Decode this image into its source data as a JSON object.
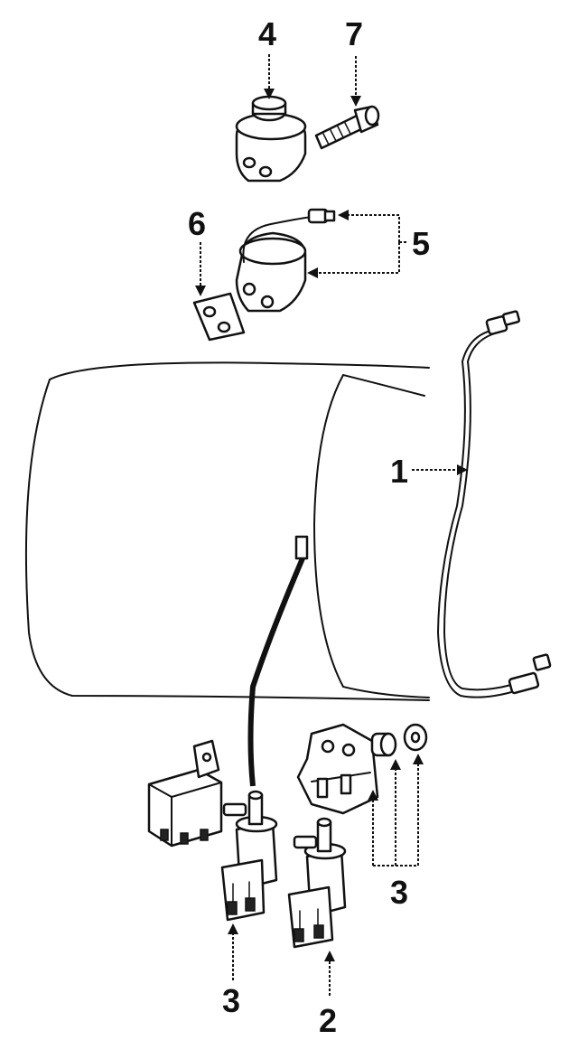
{
  "callouts": {
    "c1": "1",
    "c2": "2",
    "c3_bottom": "3",
    "c3_right": "3",
    "c4": "4",
    "c5": "5",
    "c6": "6",
    "c7": "7"
  }
}
